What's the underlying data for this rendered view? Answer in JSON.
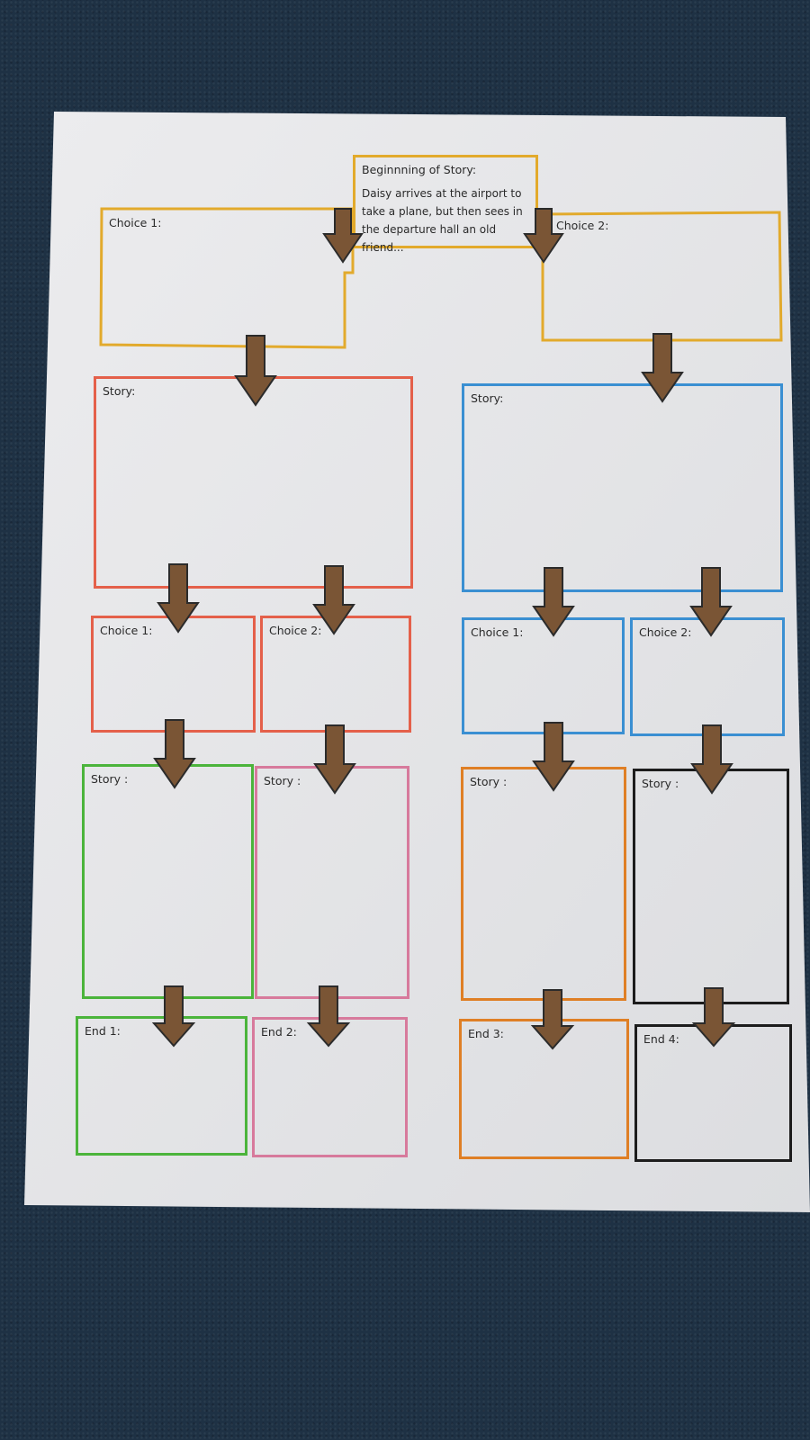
{
  "colors": {
    "beginning": "#e2aa2c",
    "choice_level1": "#e2aa2c",
    "left_branch": "#e4604a",
    "right_branch": "#3a8fd2",
    "path_green": "#4bb43b",
    "path_pink": "#d77a9c",
    "path_orange": "#df7f25",
    "path_black": "#1c1c1c",
    "arrow_fill": "#7a5535",
    "arrow_stroke": "#2b2b2b"
  },
  "beginning": {
    "label": "Beginnning of Story:",
    "text": "Daisy arrives at the airport to take a plane, but then sees in the departure hall an old friend..."
  },
  "level1": {
    "choice_left": "Choice 1:",
    "choice_right": "Choice 2:"
  },
  "level2": {
    "story_left": "Story:",
    "story_right": "Story:"
  },
  "level3": {
    "left_choice_1": "Choice 1:",
    "left_choice_2": "Choice 2:",
    "right_choice_1": "Choice 1:",
    "right_choice_2": "Choice 2:"
  },
  "level4": {
    "story_1": "Story :",
    "story_2": "Story :",
    "story_3": "Story :",
    "story_4": "Story :"
  },
  "endings": {
    "end_1": "End 1:",
    "end_2": "End 2:",
    "end_3": "End 3:",
    "end_4": "End 4:"
  }
}
